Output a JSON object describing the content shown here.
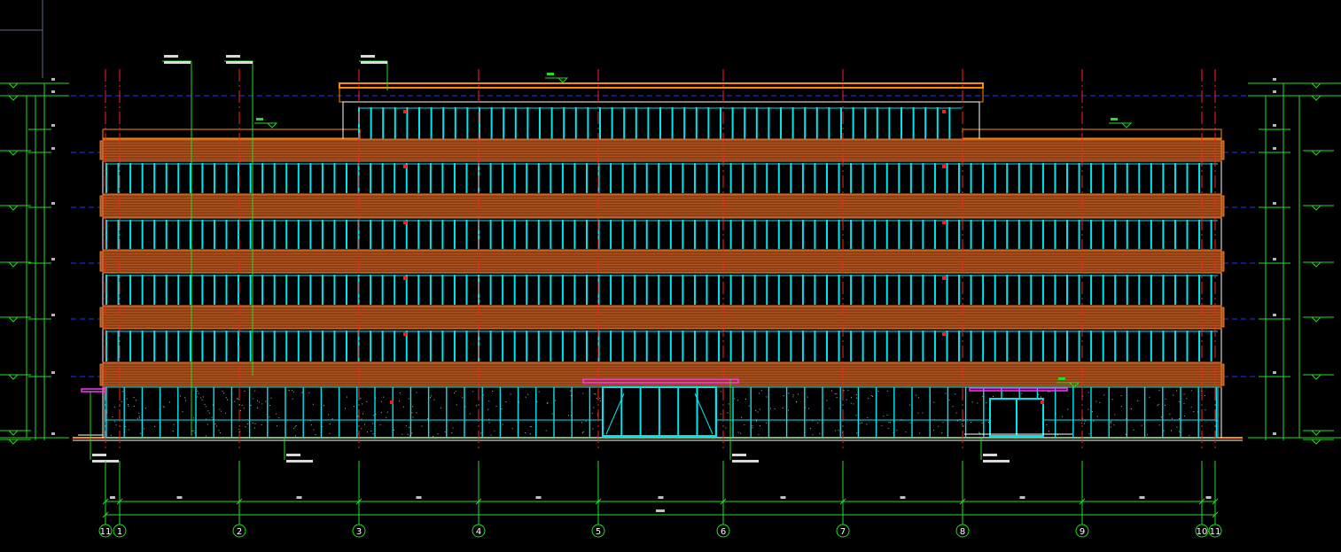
{
  "drawing": {
    "background": "#000000",
    "colors": {
      "window": "#00e5ee",
      "band": "#b0521c",
      "band_line": "#e07a30",
      "axis_red": "#ff2020",
      "green": "#22dd22",
      "parapet": "#ff8c00",
      "blue_dash": "#2233ff",
      "magenta": "#ff33ff",
      "white": "#ffffff",
      "marker_red": "#ff1a1a"
    },
    "axes": [
      {
        "label": "11"
      },
      {
        "label": "1"
      },
      {
        "label": "2"
      },
      {
        "label": "3"
      },
      {
        "label": "4"
      },
      {
        "label": "5"
      },
      {
        "label": "6"
      },
      {
        "label": "7"
      },
      {
        "label": "8"
      },
      {
        "label": "9"
      },
      {
        "label": "10"
      },
      {
        "label": "11"
      }
    ]
  }
}
